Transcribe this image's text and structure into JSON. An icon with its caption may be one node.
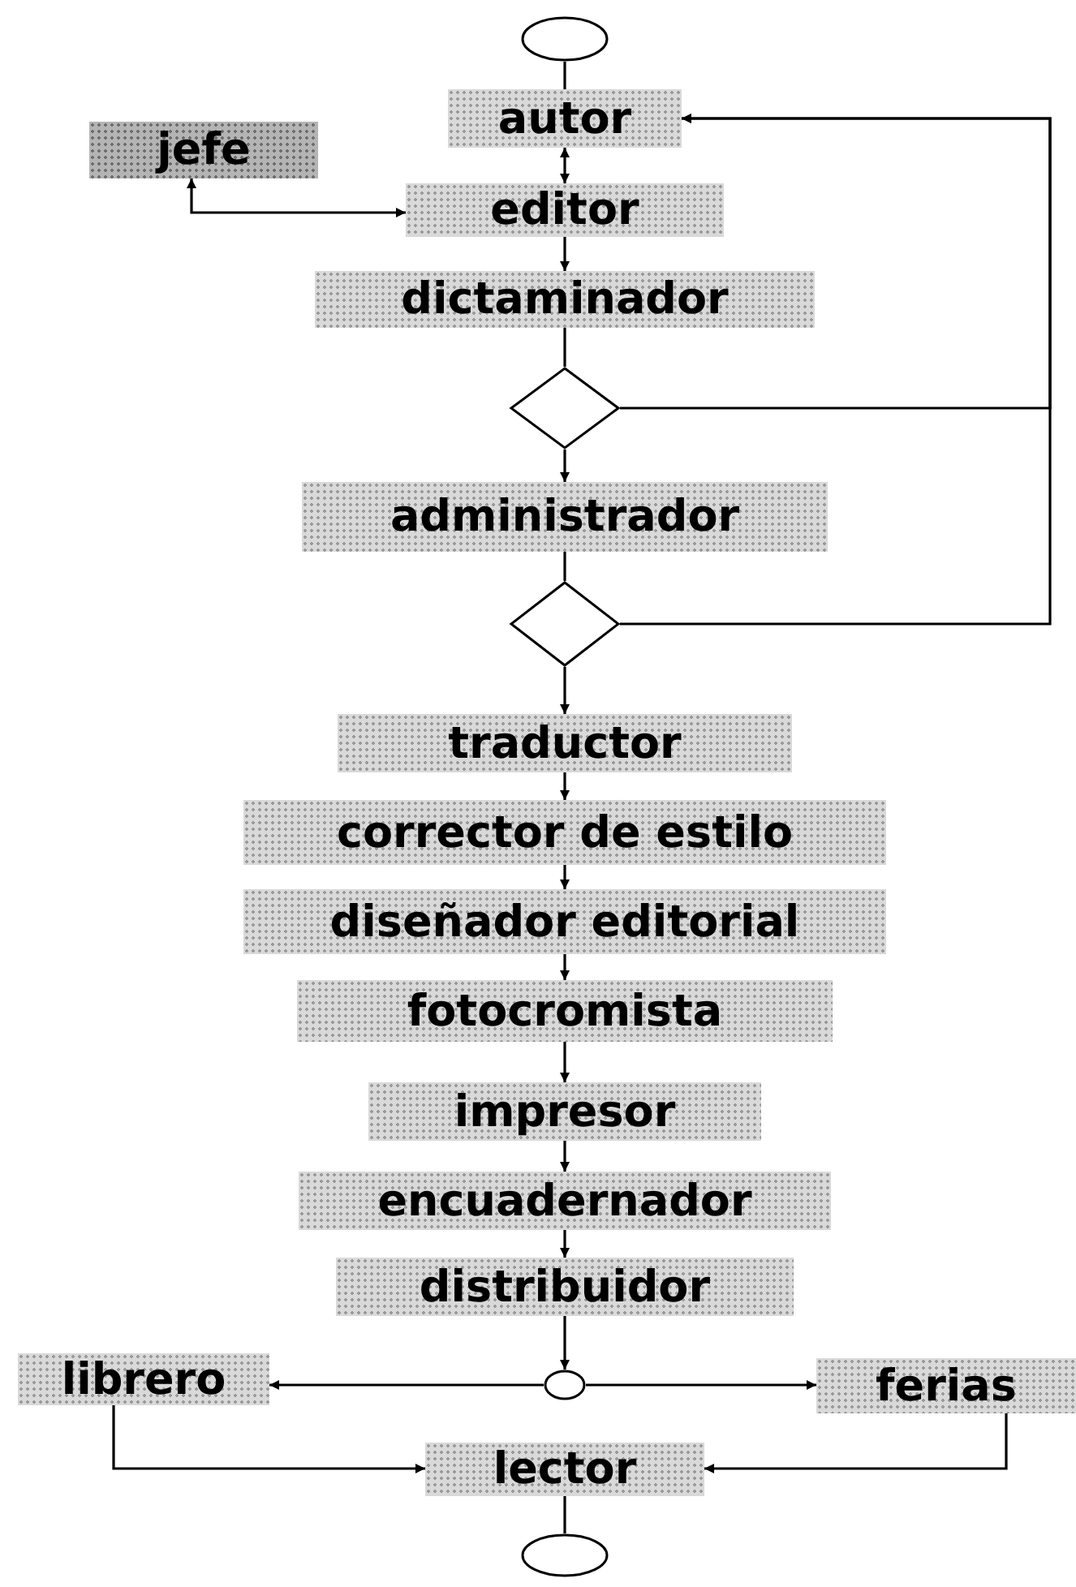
{
  "diagram": {
    "nodes": [
      {
        "text": [],
        "shape": "circle"
      },
      {
        "text": [
          "autor"
        ]
      },
      {
        "text": [
          "jefe"
        ]
      },
      {
        "text": [
          "editor"
        ]
      },
      {
        "text": [
          "dictaminador"
        ]
      },
      {
        "text": [],
        "shape": "diamond"
      },
      {
        "text": [
          "administrador"
        ]
      },
      {
        "text": [],
        "shape": "diamond"
      },
      {
        "text": [
          "traductor"
        ]
      },
      {
        "text": [
          "corrector de estilo"
        ]
      },
      {
        "text": [
          "diseñador editorial"
        ]
      },
      {
        "text": [
          "fotocromista"
        ]
      },
      {
        "text": [
          "impresor"
        ]
      },
      {
        "text": [
          "encuadernador"
        ]
      },
      {
        "text": [
          "distribuidor"
        ]
      },
      {
        "text": [],
        "shape": "circle"
      },
      {
        "text": [
          "librero"
        ]
      },
      {
        "text": [
          "ferias"
        ]
      },
      {
        "text": [
          "lector"
        ]
      },
      {
        "text": [],
        "shape": "circle"
      }
    ],
    "edges": [
      {
        "from": 0,
        "to": 1,
        "arrow": "none"
      },
      {
        "from": 1,
        "to": 3,
        "arrow": "both"
      },
      {
        "from": 3,
        "to": 2,
        "arrow": "both"
      },
      {
        "from": 3,
        "to": 4,
        "arrow": "to"
      },
      {
        "from": 4,
        "to": 5,
        "arrow": "none"
      },
      {
        "from": 5,
        "to": 1,
        "arrow": "to"
      },
      {
        "from": 5,
        "to": 6,
        "arrow": "to"
      },
      {
        "from": 6,
        "to": 7,
        "arrow": "none"
      },
      {
        "from": 7,
        "to": 1,
        "arrow": "to"
      },
      {
        "from": 7,
        "to": 8,
        "arrow": "to"
      },
      {
        "from": 8,
        "to": 9,
        "arrow": "to"
      },
      {
        "from": 9,
        "to": 10,
        "arrow": "to"
      },
      {
        "from": 10,
        "to": 11,
        "arrow": "to"
      },
      {
        "from": 11,
        "to": 12,
        "arrow": "to"
      },
      {
        "from": 12,
        "to": 13,
        "arrow": "to"
      },
      {
        "from": 13,
        "to": 14,
        "arrow": "to"
      },
      {
        "from": 14,
        "to": 15,
        "arrow": "to"
      },
      {
        "from": 15,
        "to": 16,
        "arrow": "to"
      },
      {
        "from": 15,
        "to": 17,
        "arrow": "to"
      },
      {
        "from": 16,
        "to": 18,
        "arrow": "to"
      },
      {
        "from": 17,
        "to": 18,
        "arrow": "to"
      },
      {
        "from": 18,
        "to": 19,
        "arrow": "none"
      }
    ]
  }
}
